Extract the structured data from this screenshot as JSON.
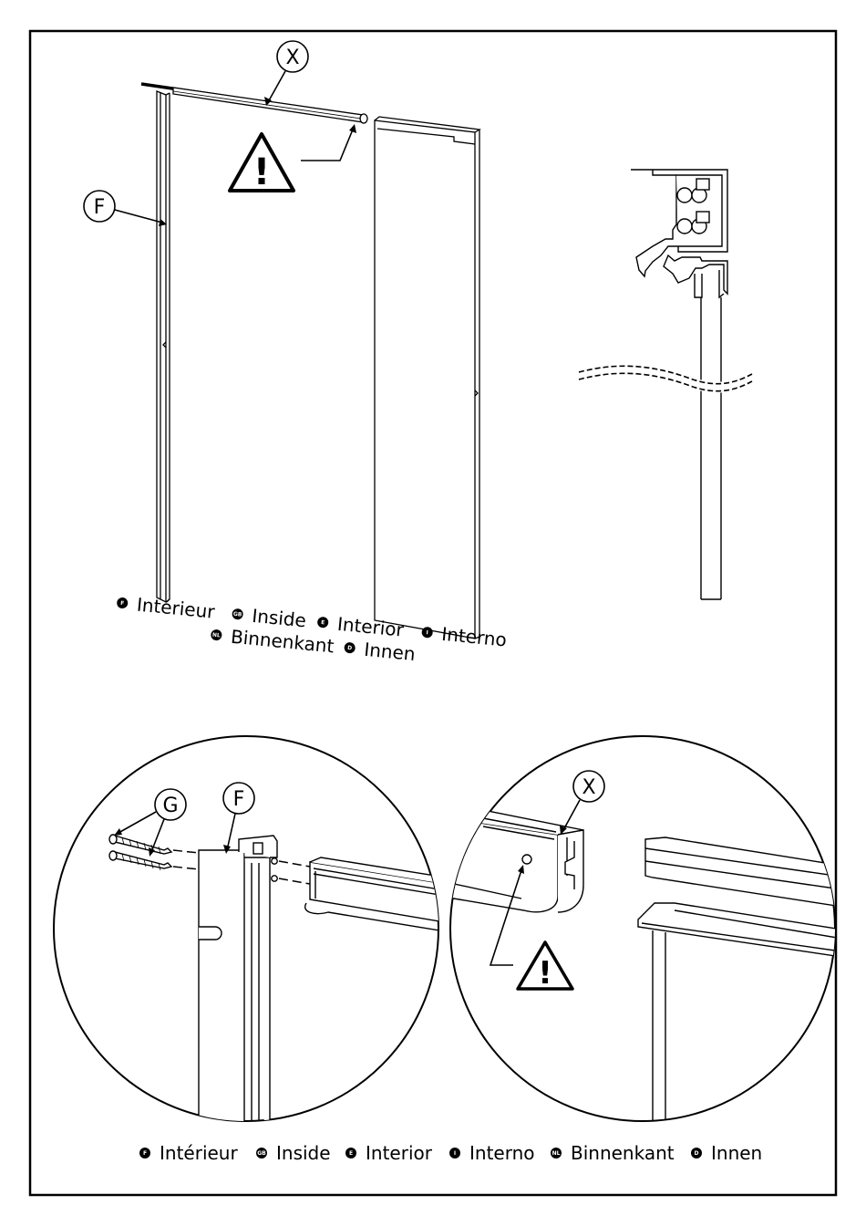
{
  "callouts": {
    "x_top": "X",
    "f_top": "F",
    "g_bottom": "G",
    "f_bottom": "F",
    "x_bottom": "X"
  },
  "warning_symbol": "!",
  "legend_top": {
    "line1": [
      {
        "code": "F",
        "text": "Intérieur"
      },
      {
        "code": "GB",
        "text": "Inside"
      },
      {
        "code": "E",
        "text": "Interior"
      },
      {
        "code": "I",
        "text": "Interno"
      }
    ],
    "line2": [
      {
        "code": "NL",
        "text": "Binnenkant"
      },
      {
        "code": "D",
        "text": "Innen"
      }
    ]
  },
  "legend_bottom": [
    {
      "code": "F",
      "text": "Intérieur"
    },
    {
      "code": "GB",
      "text": "Inside"
    },
    {
      "code": "E",
      "text": "Interior"
    },
    {
      "code": "I",
      "text": "Interno"
    },
    {
      "code": "NL",
      "text": "Binnenkant"
    },
    {
      "code": "D",
      "text": "Innen"
    }
  ]
}
